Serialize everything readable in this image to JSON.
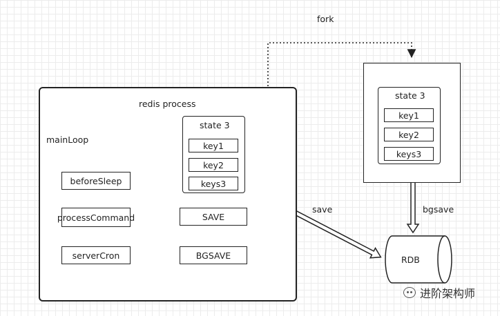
{
  "diagram": {
    "fork_label": "fork",
    "redis_process": {
      "title": "redis process",
      "main_loop_label": "mainLoop",
      "loop_steps": [
        "beforeSleep",
        "processCommand",
        "serverCron"
      ],
      "commands": {
        "save": "SAVE",
        "bgsave": "BGSAVE"
      },
      "state": {
        "title": "state 3",
        "keys": [
          "key1",
          "key2",
          "keys3"
        ]
      }
    },
    "child_process": {
      "state": {
        "title": "state 3",
        "keys": [
          "key1",
          "key2",
          "keys3"
        ]
      }
    },
    "edge_labels": {
      "save": "save",
      "bgsave": "bgsave"
    },
    "rdb_label": "RDB",
    "watermark": "进阶架构师"
  }
}
